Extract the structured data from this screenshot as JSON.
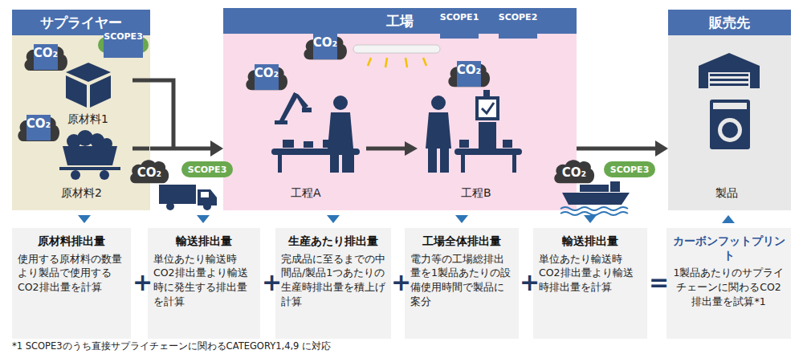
{
  "diagram": {
    "nodes": [
      {
        "text": [
          "サプライヤー"
        ]
      },
      {
        "text": [
          "SCOPE3"
        ],
        "in": 0
      },
      {
        "text": [
          "CO₂"
        ],
        "in": 0
      },
      {
        "text": [
          "CO₂"
        ],
        "in": 0
      },
      {
        "text": [
          "工場"
        ]
      },
      {
        "text": [
          "SCOPE1"
        ],
        "in": 4
      },
      {
        "text": [
          "SCOPE2"
        ],
        "in": 4
      },
      {
        "text": [
          "CO₂"
        ],
        "in": 4
      },
      {
        "text": [
          "CO₂"
        ],
        "in": 4
      },
      {
        "text": [
          "CO₂"
        ],
        "in": 4
      },
      {
        "text": [
          "販売先"
        ]
      },
      {
        "text": [
          "CO₂"
        ]
      },
      {
        "text": [
          "SCOPE3"
        ]
      },
      {
        "text": [
          "CO₂"
        ]
      },
      {
        "text": [
          "SCOPE3"
        ]
      },
      {
        "text": [
          "原材料排出量",
          "使用する原材料の数量より製品で使用するCO2排出量を計算"
        ]
      },
      {
        "text": [
          "輸送排出量",
          "単位あたり輸送時CO2排出量より輸送時に発生する排出量を計算"
        ]
      },
      {
        "text": [
          "生産あたり排出量",
          "完成品に至るまでの中間品/製品1つあたりの生産時排出量を積上げ計算"
        ]
      },
      {
        "text": [
          "工場全体排出量",
          "電力等の工場総排出量を1製品あたりの設備使用時間で製品に案分"
        ]
      },
      {
        "text": [
          "輸送排出量",
          "単位あたり輸送時CO2排出量より輸送時排出量を計算"
        ]
      },
      {
        "text": [
          "カーボンフットプリント",
          "1製品あたりのサプライチェーンに関わるCO2排出量を試算*1"
        ]
      }
    ],
    "edges": [
      {
        "from": 0,
        "to": 4,
        "arrow": "to"
      },
      {
        "from": 4,
        "to": 10,
        "arrow": "to"
      }
    ],
    "labels": [
      "原材料1",
      "原材料2",
      "工程A",
      "工程B",
      "製品",
      "+",
      "+",
      "+",
      "+",
      "=",
      "*1 SCOPE3のうち直接サプライチェーンに関わるCATEGORY1,4,9 に対応"
    ]
  }
}
